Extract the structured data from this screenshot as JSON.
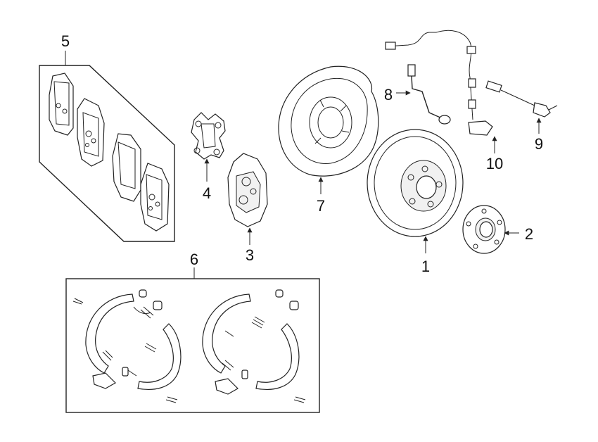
{
  "callouts": {
    "c1": "1",
    "c2": "2",
    "c3": "3",
    "c4": "4",
    "c5": "5",
    "c6": "6",
    "c7": "7",
    "c8": "8",
    "c9": "9",
    "c10": "10"
  },
  "colors": {
    "line": "#222222",
    "background": "#ffffff"
  }
}
